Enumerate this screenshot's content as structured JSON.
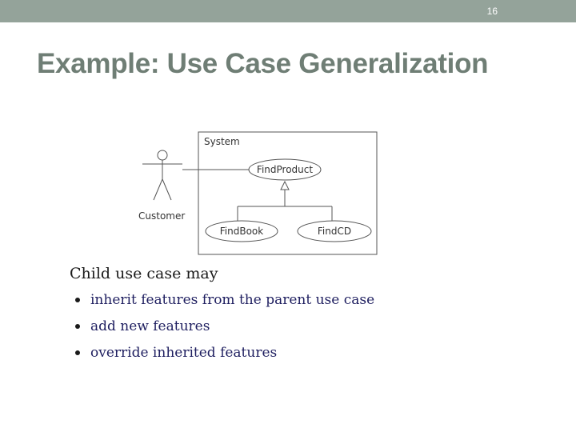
{
  "slide": {
    "number": "16",
    "title": "Example: Use Case Generalization"
  },
  "diagram": {
    "system_label": "System",
    "actor_label": "Customer",
    "parent_use_case": "FindProduct",
    "child_use_cases": [
      "FindBook",
      "FindCD"
    ]
  },
  "content": {
    "lead": "Child use case may",
    "bullets": [
      "inherit features from the parent use case",
      "add new features",
      "override inherited features"
    ]
  },
  "colors": {
    "header_bar": "#94a39a",
    "title": "#6f7e75"
  }
}
